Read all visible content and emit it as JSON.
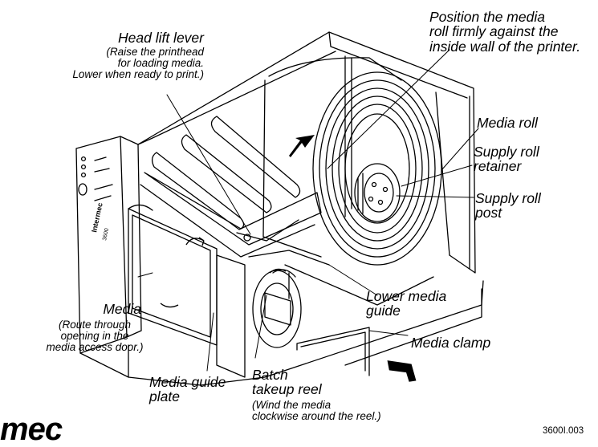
{
  "labels": {
    "head_lift_lever": {
      "title": "Head lift lever",
      "note": [
        "(Raise the printhead",
        "for loading media.",
        "Lower when ready to print.)"
      ]
    },
    "position_roll": [
      "Position the media",
      "roll firmly against the",
      "inside wall of the printer."
    ],
    "media_roll": "Media roll",
    "supply_roll_retainer": [
      "Supply roll",
      "retainer"
    ],
    "supply_roll_post": [
      "Supply roll",
      "post"
    ],
    "lower_media_guide": [
      "Lower media",
      "guide"
    ],
    "media_clamp": "Media clamp",
    "media": {
      "title": "Media",
      "note": [
        "(Route through",
        "opening in the",
        "media access door.)"
      ]
    },
    "media_guide_plate": [
      "Media guide",
      "plate"
    ],
    "batch_takeup_reel": {
      "title": [
        "Batch",
        "takeup reel"
      ],
      "note": [
        "(Wind the media",
        "clockwise around the reel.)"
      ]
    }
  },
  "logo_text": "mec",
  "figure_id": "3600I.003",
  "printer_badge": "Intermec",
  "printer_model": "3600"
}
